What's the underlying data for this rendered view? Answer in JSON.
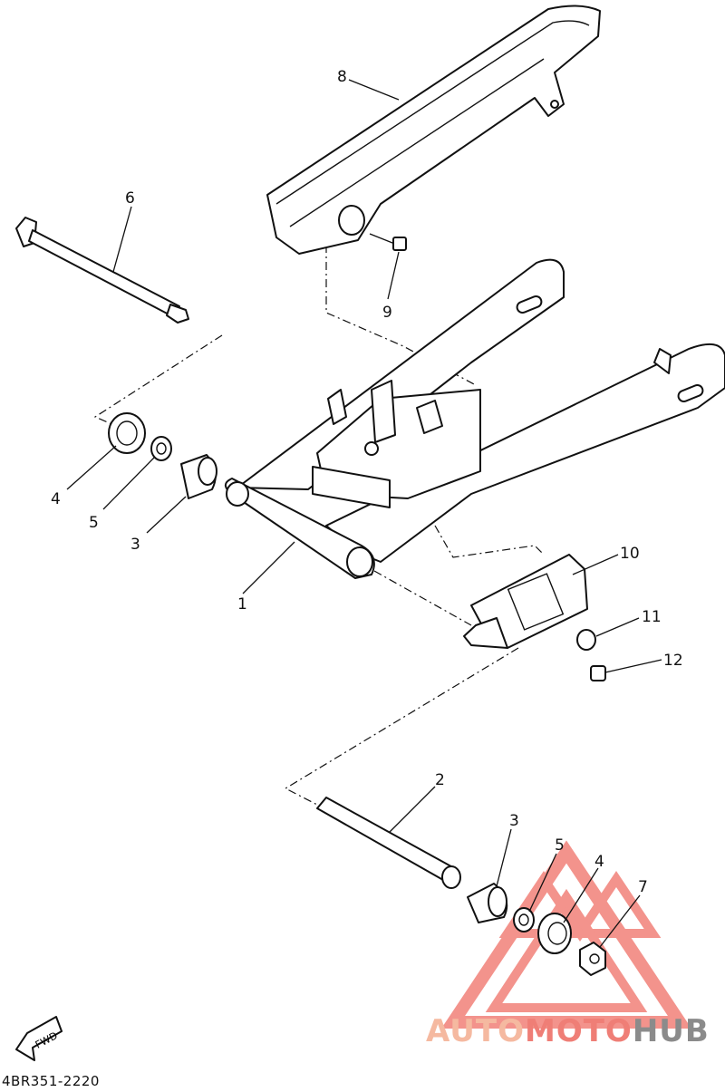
{
  "diagram": {
    "code": "4BR351-2220",
    "fwd_label": "FWD",
    "watermark": {
      "part1": "AUTO",
      "part2": "MOTO",
      "part3": "HUB"
    },
    "colors": {
      "ink": "#111111",
      "watermark_red": "#ef7e76",
      "watermark_orange": "#f5b9a0",
      "watermark_grey": "#8b8b8b"
    },
    "callouts": [
      {
        "id": "c8",
        "label": "8"
      },
      {
        "id": "c6",
        "label": "6"
      },
      {
        "id": "c9",
        "label": "9"
      },
      {
        "id": "c4a",
        "label": "4"
      },
      {
        "id": "c5a",
        "label": "5"
      },
      {
        "id": "c3a",
        "label": "3"
      },
      {
        "id": "c1",
        "label": "1"
      },
      {
        "id": "c10",
        "label": "10"
      },
      {
        "id": "c11",
        "label": "11"
      },
      {
        "id": "c12",
        "label": "12"
      },
      {
        "id": "c2",
        "label": "2"
      },
      {
        "id": "c3b",
        "label": "3"
      },
      {
        "id": "c5b",
        "label": "5"
      },
      {
        "id": "c4b",
        "label": "4"
      },
      {
        "id": "c7",
        "label": "7"
      }
    ]
  }
}
